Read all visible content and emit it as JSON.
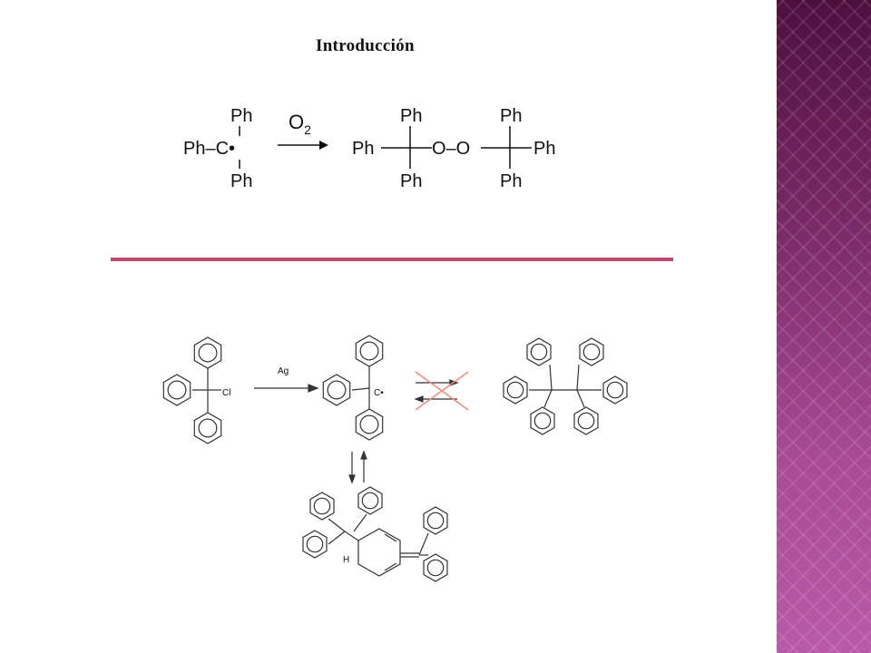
{
  "slide": {
    "title": "Introducción"
  },
  "colors": {
    "divider": "#c04a6e",
    "sidebar_top": "#4e0f3f",
    "sidebar_bottom": "#b95aa8",
    "cross": "#f08a7a"
  },
  "reaction1": {
    "reactant": {
      "top": "Ph",
      "left": "Ph–C•",
      "bottom": "Ph"
    },
    "reagent": "O",
    "reagent_subscript": "2",
    "product": {
      "left_top": "Ph",
      "left_left": "Ph",
      "left_bottom": "Ph",
      "bridge": "O–O",
      "right_top": "Ph",
      "right_right": "Ph",
      "right_bottom": "Ph"
    }
  },
  "reaction2": {
    "reagent": "Ag",
    "chloride_label": "Cl",
    "radical_label": "C•",
    "h_label": "H"
  }
}
